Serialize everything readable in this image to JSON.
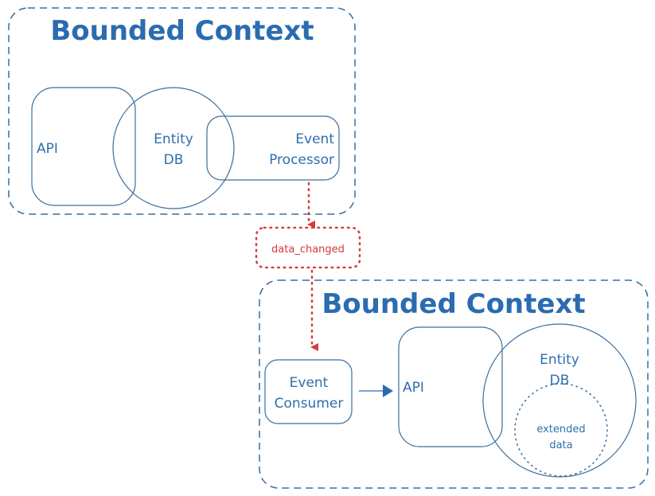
{
  "colors": {
    "primary": "#2b6cb0",
    "stroke": "#3b6e9c",
    "event": "#d63a3a"
  },
  "context_a": {
    "title": "Bounded Context",
    "api_label": "API",
    "entity_db_label_1": "Entity",
    "entity_db_label_2": "DB",
    "event_processor_label_1": "Event",
    "event_processor_label_2": "Processor"
  },
  "event": {
    "label": "data_changed"
  },
  "context_b": {
    "title": "Bounded Context",
    "event_consumer_label_1": "Event",
    "event_consumer_label_2": "Consumer",
    "api_label": "API",
    "entity_db_label_1": "Entity",
    "entity_db_label_2": "DB",
    "extended_data_label_1": "extended",
    "extended_data_label_2": "data"
  }
}
